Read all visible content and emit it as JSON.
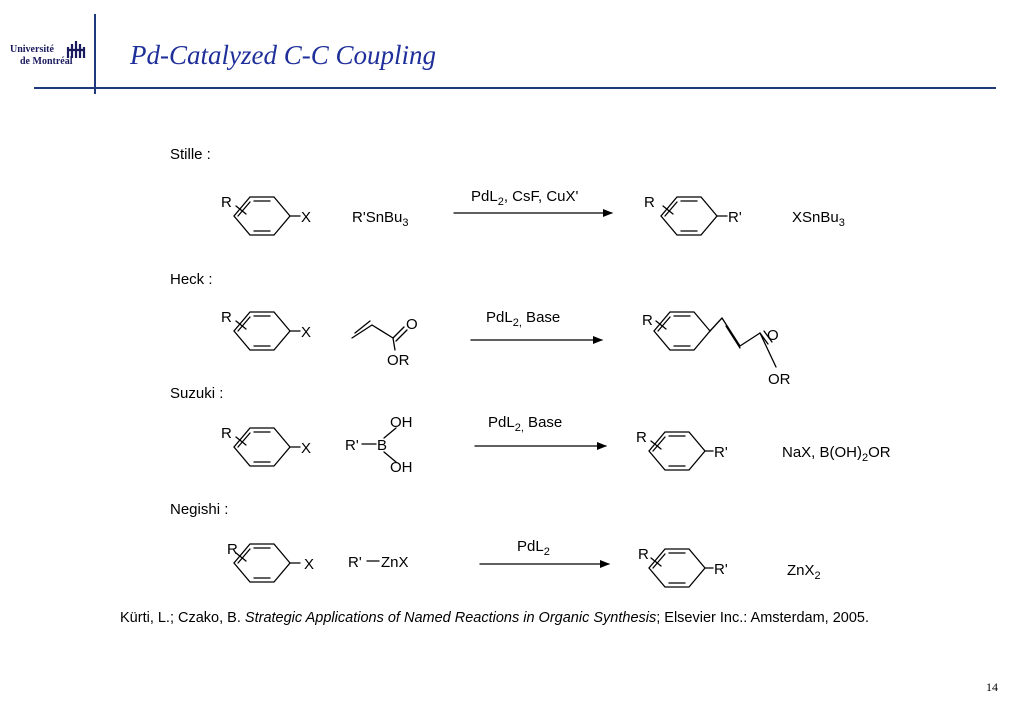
{
  "header": {
    "logo_line1": "Université",
    "logo_line2": "de Montréal",
    "title": "Pd-Catalyzed C-C Coupling"
  },
  "reactions": {
    "stille": {
      "name": "Stille :",
      "reagent": "R'SnBu",
      "reagent_sub": "3",
      "conditions": [
        "PdL",
        "2",
        ", CsF, CuX'"
      ],
      "byproduct": "XSnBu",
      "byproduct_sub": "3"
    },
    "heck": {
      "name": "Heck :",
      "conditions": [
        "PdL",
        "2,",
        " Base"
      ]
    },
    "suzuki": {
      "name": "Suzuki :",
      "conditions": [
        "PdL",
        "2,",
        " Base"
      ],
      "byproduct": [
        "NaX, B(OH)",
        "2",
        "OR"
      ]
    },
    "negishi": {
      "name": "Negishi :",
      "reagent_r": "R'",
      "reagent_zn": "ZnX",
      "conditions": [
        "PdL",
        "2"
      ],
      "byproduct": "ZnX",
      "byproduct_sub": "2"
    }
  },
  "atoms": {
    "R": "R",
    "X": "X",
    "Rp": "R'",
    "O": "O",
    "OR": "OR",
    "OH": "OH",
    "B": "B"
  },
  "citation": {
    "authors": "Kürti, L.; Czako, B. ",
    "book": "Strategic Applications of Named Reactions in Organic Synthesis",
    "rest": "; Elsevier Inc.: Amsterdam, 2005."
  },
  "page_number": "14"
}
